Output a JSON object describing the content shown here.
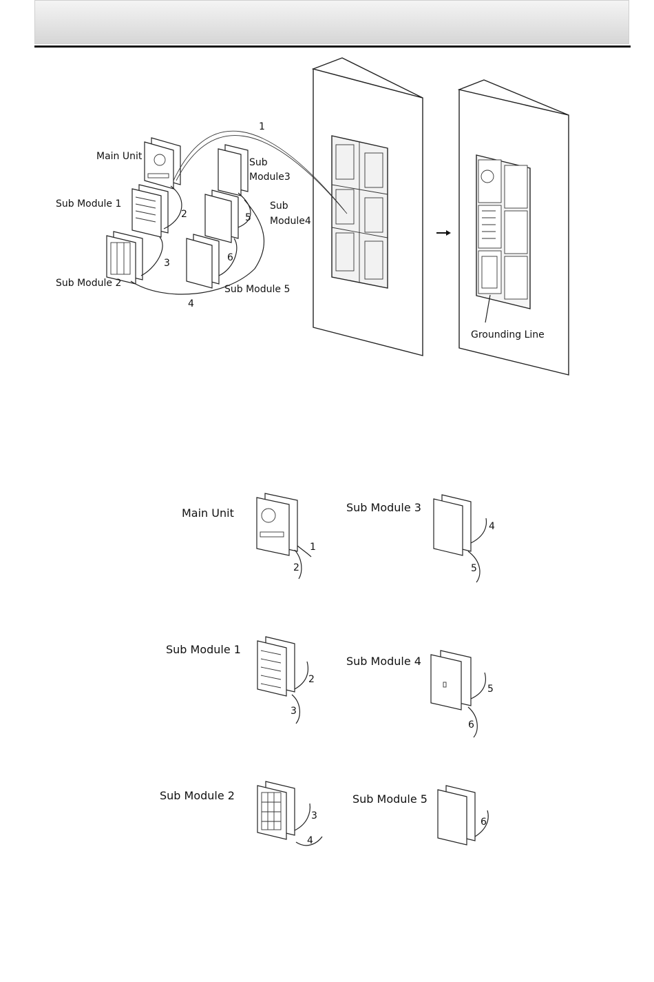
{
  "header": {
    "title": ""
  },
  "diagram_top": {
    "labels": {
      "main_unit": "Main Unit",
      "sub_module_1": "Sub Module 1",
      "sub_module_2": "Sub Module 2",
      "sub_module_3_a": "Sub",
      "sub_module_3_b": "Module3",
      "sub_module_4_a": "Sub",
      "sub_module_4_b": "Module4",
      "sub_module_5": "Sub Module 5",
      "grounding_line": "Grounding Line"
    },
    "cable_numbers": [
      "1",
      "2",
      "3",
      "4",
      "5",
      "6"
    ]
  },
  "diagram_bottom": {
    "labels": {
      "main_unit": "Main Unit",
      "sub_module_1": "Sub Module 1",
      "sub_module_2": "Sub Module 2",
      "sub_module_3": "Sub Module 3",
      "sub_module_4": "Sub Module 4",
      "sub_module_5": "Sub Module 5"
    },
    "main_unit_nums": [
      "1",
      "2"
    ],
    "sub_module_1_nums": [
      "2",
      "3"
    ],
    "sub_module_2_nums": [
      "3",
      "4"
    ],
    "sub_module_3_nums": [
      "4",
      "5"
    ],
    "sub_module_4_nums": [
      "5",
      "6"
    ],
    "sub_module_5_nums": [
      "6"
    ]
  }
}
